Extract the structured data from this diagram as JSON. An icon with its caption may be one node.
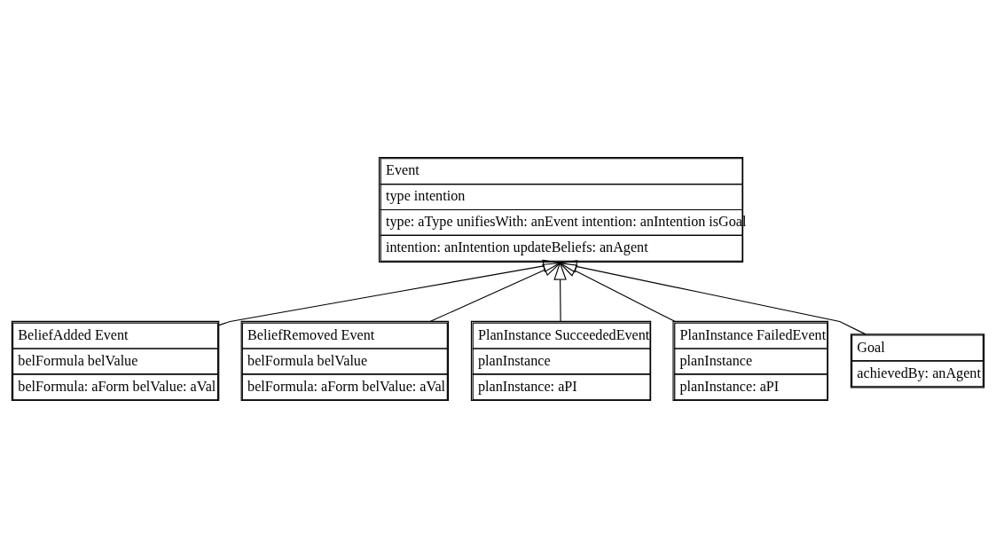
{
  "diagram": {
    "nodes": [
      {
        "text": [
          "Event",
          "type intention",
          "type: aType unifiesWith: anEvent intention: anIntention isGoal",
          "intention: anIntention updateBeliefs: anAgent"
        ]
      },
      {
        "text": [
          "BeliefAdded Event",
          "belFormula belValue",
          "belFormula: aForm belValue: aVal"
        ]
      },
      {
        "text": [
          "BeliefRemoved Event",
          "belFormula belValue",
          "belFormula: aForm belValue: aVal"
        ]
      },
      {
        "text": [
          "PlanInstance SucceededEvent",
          "planInstance",
          "planInstance: aPI"
        ]
      },
      {
        "text": [
          "PlanInstance FailedEvent",
          "planInstance",
          "planInstance: aPI"
        ]
      },
      {
        "text": [
          "Goal",
          "achievedBy: anAgent"
        ]
      }
    ],
    "edges": [
      {
        "from": 1,
        "to": 0,
        "arrow": "to"
      },
      {
        "from": 2,
        "to": 0,
        "arrow": "to"
      },
      {
        "from": 3,
        "to": 0,
        "arrow": "to"
      },
      {
        "from": 4,
        "to": 0,
        "arrow": "to"
      },
      {
        "from": 5,
        "to": 0,
        "arrow": "to"
      }
    ]
  }
}
